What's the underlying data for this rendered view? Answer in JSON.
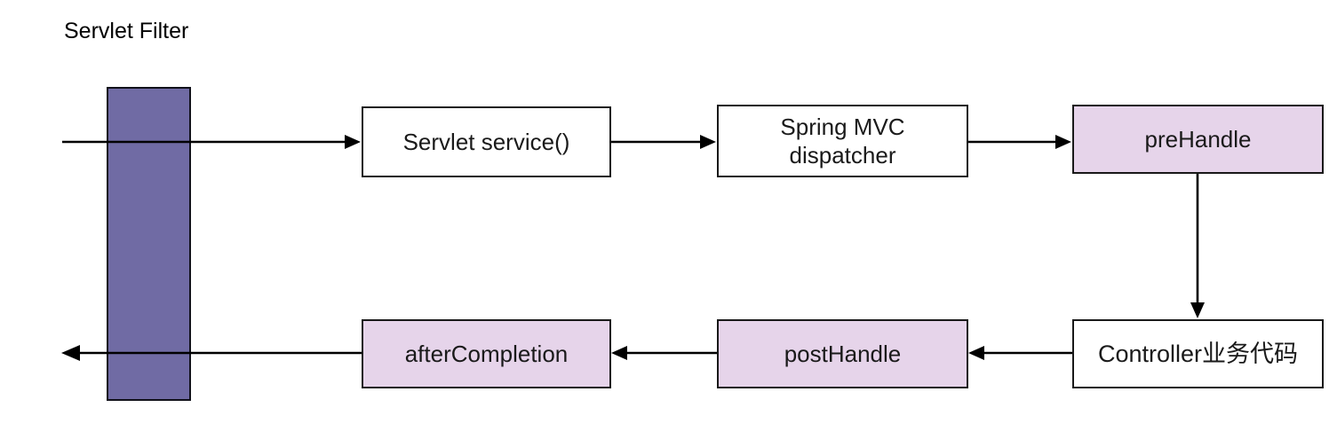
{
  "diagram": {
    "title": "Servlet Filter",
    "type": "flowchart",
    "background_color": "#ffffff",
    "colors": {
      "filter_bar_fill": "#706BA4",
      "interceptor_fill": "#E6D4EA",
      "plain_fill": "#ffffff",
      "stroke": "#191919",
      "text": "#1a1a1a"
    },
    "filter_bar": {
      "label": "Servlet Filter",
      "fill": "#706BA4"
    },
    "nodes": [
      {
        "id": "servlet-service",
        "label": "Servlet service()",
        "fill": "#ffffff",
        "row": "top"
      },
      {
        "id": "spring-dispatcher",
        "label": "Spring MVC\ndispatcher",
        "fill": "#ffffff",
        "row": "top"
      },
      {
        "id": "prehandle",
        "label": "preHandle",
        "fill": "#E6D4EA",
        "row": "top"
      },
      {
        "id": "controller",
        "label": "Controller业务代码",
        "fill": "#ffffff",
        "row": "bottom"
      },
      {
        "id": "posthandle",
        "label": "postHandle",
        "fill": "#E6D4EA",
        "row": "bottom"
      },
      {
        "id": "aftercompletion",
        "label": "afterCompletion",
        "fill": "#E6D4EA",
        "row": "bottom"
      }
    ],
    "edges": [
      {
        "id": "request-in",
        "from": "request",
        "to": "servlet-service",
        "direction": "right"
      },
      {
        "id": "servlet-to-dispatcher",
        "from": "servlet-service",
        "to": "spring-dispatcher",
        "direction": "right"
      },
      {
        "id": "dispatcher-to-prehandle",
        "from": "spring-dispatcher",
        "to": "prehandle",
        "direction": "right"
      },
      {
        "id": "prehandle-to-controller",
        "from": "prehandle",
        "to": "controller",
        "direction": "down"
      },
      {
        "id": "controller-to-posthandle",
        "from": "controller",
        "to": "posthandle",
        "direction": "left"
      },
      {
        "id": "posthandle-to-aftercompletion",
        "from": "posthandle",
        "to": "aftercompletion",
        "direction": "left"
      },
      {
        "id": "response-out",
        "from": "aftercompletion",
        "to": "response",
        "direction": "left"
      }
    ]
  }
}
